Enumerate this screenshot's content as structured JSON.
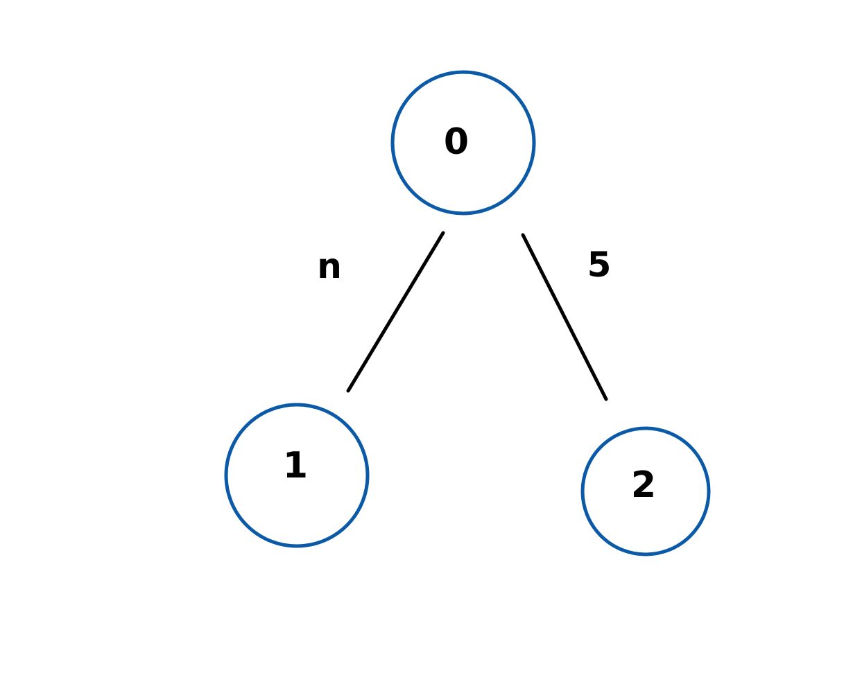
{
  "colors": {
    "node_stroke": "#0b5aa8",
    "ink": "#000000",
    "background": "#ffffff"
  },
  "graph": {
    "nodes": [
      {
        "id": "n0",
        "label": "0"
      },
      {
        "id": "n1",
        "label": "1"
      },
      {
        "id": "n2",
        "label": "2"
      }
    ],
    "edges": [
      {
        "id": "e01",
        "from": "n0",
        "to": "n1",
        "weight_label": "n"
      },
      {
        "id": "e02",
        "from": "n0",
        "to": "n2",
        "weight_label": "5"
      }
    ]
  }
}
